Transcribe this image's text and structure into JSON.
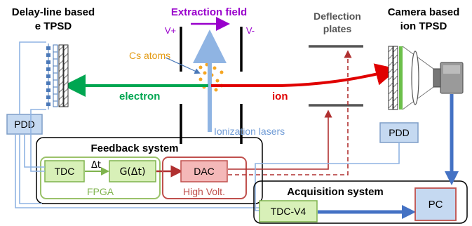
{
  "headings": {
    "left_line1": "Delay-line based",
    "left_line2": "e TPSD",
    "deflection_line1": "Deflection",
    "deflection_line2": "plates",
    "right_line1": "Camera based",
    "right_line2": "ion TPSD"
  },
  "labels": {
    "extraction_field": "Extraction field",
    "v_plus": "V+",
    "v_minus": "V-",
    "cs_atoms": "Cs atoms",
    "electron": "electron",
    "ion": "ion",
    "ionization_lasers": "Ionization lasers"
  },
  "boxes": {
    "pdd_left": "PDD",
    "pdd_right": "PDD",
    "feedback_title": "Feedback system",
    "tdc": "TDC",
    "delta_t": "Δt",
    "g_delta_t": "G(Δt)",
    "fpga": "FPGA",
    "dac": "DAC",
    "high_volt": "High Volt.",
    "acquisition_title": "Acquisition system",
    "tdc_v4": "TDC-V4",
    "pc": "PC"
  },
  "colors": {
    "purple": "#9900cc",
    "green_arrow": "#00a651",
    "red_arrow": "#e00000",
    "dark_red": "#b03030",
    "laser_blue": "#8fb4e3",
    "thick_blue": "#4472c4",
    "box_green_fill": "#d8f0b8",
    "box_green_border": "#7fb34d",
    "box_red_fill": "#f4b8b8",
    "box_red_border": "#c0504d",
    "box_blue_fill": "#c5d9f1",
    "box_blue_border": "#7f9ec7",
    "cs_orange": "#f5a623"
  }
}
